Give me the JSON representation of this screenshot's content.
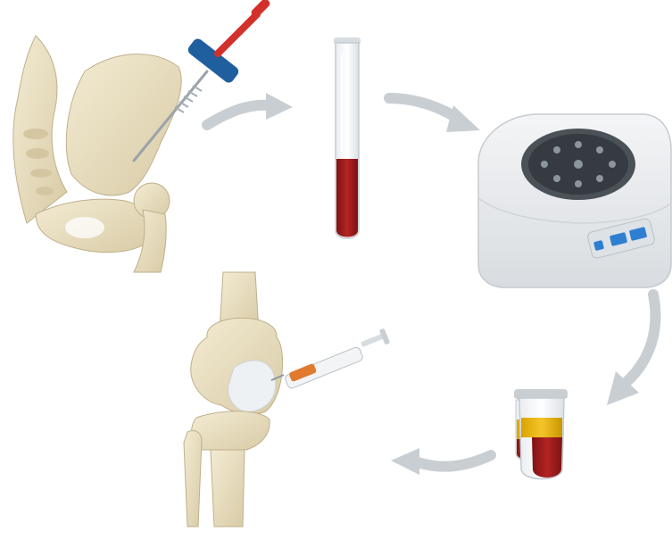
{
  "diagram": {
    "steps": [
      {
        "id": "bone-marrow-aspiration",
        "icon": "pelvis-aspiration-needle-icon"
      },
      {
        "id": "blood-collection",
        "icon": "blood-test-tube-icon"
      },
      {
        "id": "centrifugation",
        "icon": "centrifuge-icon"
      },
      {
        "id": "separated-concentrate",
        "icon": "separated-sample-tube-icon"
      },
      {
        "id": "knee-injection",
        "icon": "knee-joint-injection-icon"
      }
    ],
    "flow": [
      "pelvis-to-tube",
      "tube-to-centrifuge",
      "centrifuge-to-sample",
      "sample-to-knee"
    ],
    "colors": {
      "bone": "#EADFC2",
      "bone_shade": "#CBBE98",
      "blood": "#9E1B1B",
      "plasma": "#E8B400",
      "arrow": "#C9CED3",
      "device_body": "#EEF0F2",
      "device_top": "#3F464C",
      "display": "#2E7FD1",
      "syringe_red": "#D3302B",
      "syringe_blue": "#1F5F9E"
    }
  }
}
